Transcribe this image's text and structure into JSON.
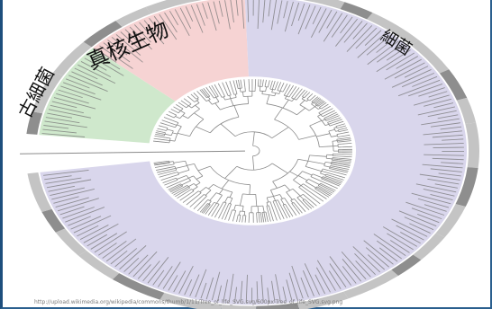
{
  "labels": {
    "archaea": "古細菌",
    "eukaryota": "真核生物",
    "bacteria": "細菌"
  },
  "source_url": "http://upload.wikimedia.org/wikipedia/commons/thumb/1/11/Tree_of_life_SVG.svg/600px-Tree_of_life_SVG.svg.png",
  "colors": {
    "archaea_sector": "#cfe8cc",
    "eukaryota_sector": "#f6d3d3",
    "bacteria_sector": "#d9d6ec",
    "branch": "#8a8a8a",
    "leaf_text": "#777777",
    "outer_ring": "#c4c4c4",
    "outer_ring_dark": "#8e8e8e",
    "frame": "#1e4f7d"
  },
  "diagram": {
    "type": "circular-phylogenetic-tree",
    "clades": [
      "archaea",
      "eukaryota",
      "bacteria"
    ]
  }
}
